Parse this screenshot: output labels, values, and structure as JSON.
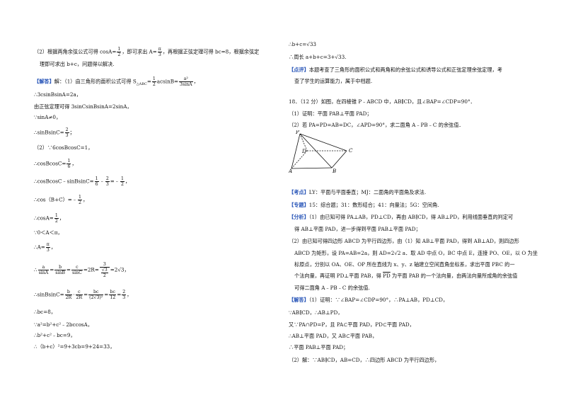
{
  "left": {
    "l1a": "（2）根据两角余弦公式可得 cosA=",
    "l1_frac_n": "1",
    "l1_frac_d": "2",
    "l1b": "，即可求出 A=",
    "l1_frac2_n": "π",
    "l1_frac2_d": "3",
    "l1c": "，再根据正弦定理可得 bc=8，根据余弦定",
    "l2": "理即可求出 b+c，问题得以解决.",
    "jieda_tag": "【解答】",
    "l3a": "解：（1）由三角形的面积公式可得 S",
    "l3_sub": "△ABC",
    "l3b": "=",
    "l3_frac_n": "1",
    "l3_frac_d": "2",
    "l3c": "acsinB=",
    "l3_frac2_n": "a²",
    "l3_frac2_d": "3sinA",
    "l3d": "，",
    "l4": "∴3csinBsinA=2a，",
    "l5": "由正弦定理可得 3sinCsinBsinA=2sinA，",
    "l6": "∵sinA≠0，",
    "l7a": "∴sinBsinC=",
    "l7_n": "2",
    "l7_d": "3",
    "l7b": "；",
    "l8": "（2）∵6cosBcosC=1，",
    "l9a": "∴cosBcosC=",
    "l9_n": "1",
    "l9_d": "6",
    "l9b": "，",
    "l10a": "∴cosBcosC﹣sinBsinC=",
    "l10_n1": "1",
    "l10_d1": "6",
    "l10_mid": "﹣",
    "l10_n2": "2",
    "l10_d2": "3",
    "l10_mid2": "=﹣",
    "l10_n3": "1",
    "l10_d3": "2",
    "l10b": "，",
    "l11a": "∴cos（B+C）=﹣",
    "l11_n": "1",
    "l11_d": "2",
    "l11b": "，",
    "l12a": "∴cosA=",
    "l12_n": "1",
    "l12_d": "2",
    "l12b": "，",
    "l13": "∵0＜A＜π，",
    "l14a": "∴A=",
    "l14_n": "π",
    "l14_d": "3",
    "l14b": "，",
    "l15a": "∴",
    "l15_n1": "a",
    "l15_d1": "sinA",
    "l15_eq1": "=",
    "l15_n2": "b",
    "l15_d2": "sinB",
    "l15_eq2": "=",
    "l15_n3": "c",
    "l15_d3": "sinC",
    "l15_eq3": "=2R=",
    "l15_n4": "3",
    "l15_d4a": "√3",
    "l15_d4b": "2",
    "l15b": "=2√3，",
    "l16a": "∴sinBsinC=",
    "l16_n1": "b",
    "l16_d1": "2R",
    "l16_dot": "·",
    "l16_n2": "c",
    "l16_d2": "2R",
    "l16_eq": "=",
    "l16_n3": "bc",
    "l16_d3": "(2√3)²",
    "l16_eq2": "=",
    "l16_n4": "bc",
    "l16_d4": "12",
    "l16_eq3": "=",
    "l16_n5": "2",
    "l16_d5": "3",
    "l16b": "，",
    "l17": "∴bc=8，",
    "l18": "∵a²=b²+c²﹣2bccosA，",
    "l19": "∴b²+c²﹣bc=9，",
    "l20": "∴（b+c）²=9+3cb=9+24=33，"
  },
  "right": {
    "r1": "∴b+c=√33",
    "r2": "∴周长 a+b+c=3+√33.",
    "dianping_tag": "【点评】",
    "r3a": "本题考查了三角形的面积公式和两角和的余弦公式和诱导公式和正弦定理余弦定理，考",
    "r3b": "查了学生的运算能力，属于中档题.",
    "r4": "18．（12 分）如图，在四棱锥 P﹣ABCD 中，AB∥CD，且∠BAP=∠CDP=90°．",
    "r5": "（1）证明：平面 PAB⊥平面 PAD；",
    "r6": "（2）若 PA=PD=AB=DC，∠APD=90°，求二面角 A﹣PB﹣C 的余弦值．",
    "fig": {
      "P": "P",
      "D": "D",
      "C": "C",
      "A": "A",
      "B": "B"
    },
    "kaodian_tag": "【考点】",
    "r7": "LY：平面与平面垂直；MJ：二面角的平面角及求法.",
    "zhuanti_tag": "【专题】",
    "r8": "15：综合题；31：数形结合；41：向量法；5G：空间角.",
    "fenxi_tag": "【分析】",
    "r9a": "（1）由已知可得 PA⊥AB，PD⊥CD，再由 AB∥CD，得 AB⊥PD，利用线面垂直的判定可",
    "r9b": "得 AB⊥平面 PAD，进一步得到平面 PAB⊥平面 PAD；",
    "r10a": "（2）由已知可得四边形 ABCD 为平行四边形，由（1）知 AB⊥平面 PAD，得到 AB⊥AD，则四边形",
    "r10b": "ABCD 为矩形，设 PA=AB=2a，则 AD=2√2 a．取 AD 中点 O，BC 中点 E，连接 PO、OE，以 O 为坐",
    "r10c": "标原点，分别以 OA、OE、OP 所在直线为 x、y、z 轴建立空间直角坐标系，求出平面 PBC 的一",
    "r10d1": "个法向量，再证明 PD⊥平面 PAB，得 ",
    "r10d_vec": "PD",
    "r10d2": " 为平面 PAB 的一个法向量，由两法向量所成角的余弦值",
    "r10e": "可得二面角 A﹣PB﹣C 的余弦值.",
    "jieda_tag": "【解答】",
    "r11": "（1）证明：∵∠BAP=∠CDP=90°，∴PA⊥AB，PD⊥CD，",
    "r12": "∵AB∥CD，∴AB⊥PD，",
    "r13": "又∵PA∩PD=P，且 PA⊂平面 PAD，PD⊂平面 PAD，",
    "r14": "∴AB⊥平面 PAD，又 AB⊂平面 PAB，",
    "r15": "∴平面 PAB⊥平面 PAD；",
    "r16": "（2）解：∵AB∥CD，AB=CD，∴四边形 ABCD 为平行四边形，"
  }
}
